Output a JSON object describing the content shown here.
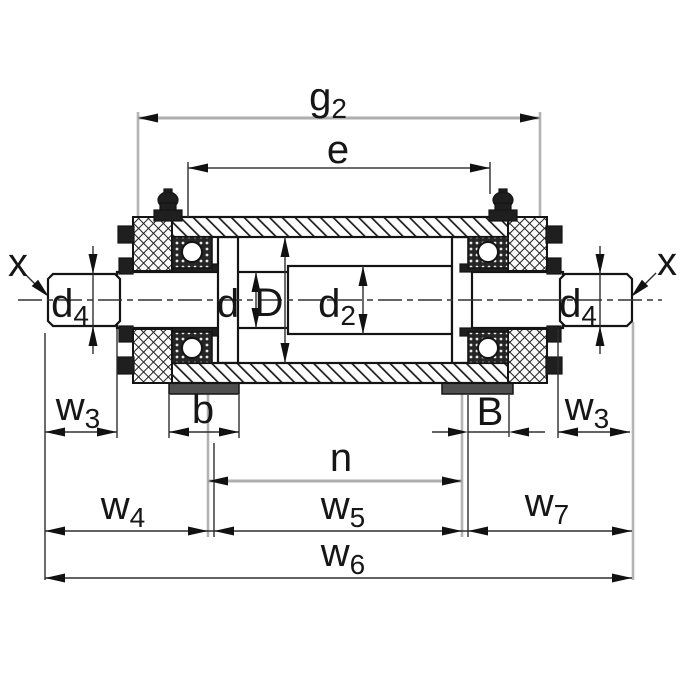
{
  "figure": {
    "kind_label": "",
    "colors": {
      "outline": "#141414",
      "dim_line": "#2e2e2e",
      "gray_dim_line": "#aeaeae",
      "background": "#ffffff",
      "flange_gray": "#4f4f4f"
    }
  },
  "labels": {
    "g2": {
      "main": "g",
      "sub": "2"
    },
    "e": {
      "main": "e",
      "sub": ""
    },
    "x_left": {
      "main": "x",
      "sub": ""
    },
    "x_right": {
      "main": "x",
      "sub": ""
    },
    "d4_left": {
      "main": "d",
      "sub": "4"
    },
    "d_bore": {
      "main": "d",
      "sub": ""
    },
    "D_outer": {
      "main": "D",
      "sub": ""
    },
    "d2": {
      "main": "d",
      "sub": "2"
    },
    "d4_right": {
      "main": "d",
      "sub": "4"
    },
    "w3_left": {
      "main": "w",
      "sub": "3"
    },
    "b": {
      "main": "b",
      "sub": ""
    },
    "B": {
      "main": "B",
      "sub": ""
    },
    "w3_right": {
      "main": "w",
      "sub": "3"
    },
    "n": {
      "main": "n",
      "sub": ""
    },
    "w4": {
      "main": "w",
      "sub": "4"
    },
    "w5": {
      "main": "w",
      "sub": "5"
    },
    "w7": {
      "main": "w",
      "sub": "7"
    },
    "w6": {
      "main": "w",
      "sub": "6"
    }
  }
}
